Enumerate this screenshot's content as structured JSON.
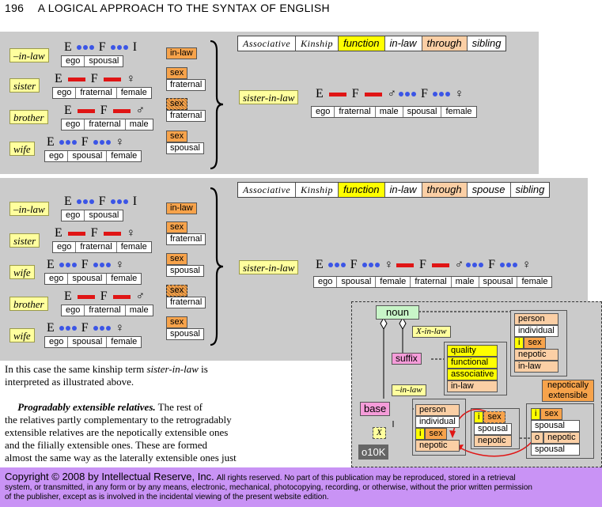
{
  "header": {
    "page_number": "196",
    "title": "A LOGICAL APPROACH TO THE SYNTAX OF ENGLISH"
  },
  "panel1": {
    "terms": [
      "–in-law",
      "sister",
      "brother",
      "wife"
    ],
    "rows": [
      [
        "ego",
        "spousal"
      ],
      [
        "ego",
        "fraternal",
        "female"
      ],
      [
        "ego",
        "fraternal",
        "male"
      ],
      [
        "ego",
        "spousal",
        "female"
      ]
    ],
    "tags": [
      "in-law",
      "sex",
      "sex",
      "sex"
    ],
    "features": [
      "fraternal",
      "fraternal",
      "spousal"
    ],
    "header_cells": [
      "Associative",
      "Kinship",
      "function",
      "in-law",
      "through",
      "sibling"
    ],
    "result_term": "sister-in-law",
    "result_row": [
      "ego",
      "fraternal",
      "male",
      "spousal",
      "female"
    ]
  },
  "panel2": {
    "terms": [
      "–in-law",
      "sister",
      "wife",
      "brother",
      "wife"
    ],
    "rows": [
      [
        "ego",
        "spousal"
      ],
      [
        "ego",
        "fraternal",
        "female"
      ],
      [
        "ego",
        "spousal",
        "female"
      ],
      [
        "ego",
        "fraternal",
        "male"
      ],
      [
        "ego",
        "spousal",
        "female"
      ]
    ],
    "tags": [
      "in-law",
      "sex",
      "sex",
      "sex",
      "sex"
    ],
    "features": [
      "fraternal",
      "spousal",
      "fraternal",
      "spousal"
    ],
    "header_cells": [
      "Associative",
      "Kinship",
      "function",
      "in-law",
      "through",
      "spouse",
      "sibling"
    ],
    "result_term": "sister-in-law",
    "result_row": [
      "ego",
      "spousal",
      "female",
      "fraternal",
      "male",
      "spousal",
      "female"
    ]
  },
  "formula_letters": {
    "E": "E",
    "F": "F",
    "I": "I",
    "female": "♀",
    "male": "♂"
  },
  "text": {
    "p1": "In this case the same kinship term sister-in-law is interpreted as illustrated above.",
    "p1_a": "In this case the same kinship term ",
    "p1_term": "sister-in-law",
    "p1_b": " is",
    "p1_c": "interpreted as illustrated above.",
    "p2_head": "Progradably extensible relatives.",
    "p2_a": " The rest of",
    "p2_b": "the relatives partly complementary to the retrogradably",
    "p2_c": "extensible relatives are the nepotically extensible ones",
    "p2_d": "and the filially extensible ones.   These are formed",
    "p2_e": "almost the same way as the laterally extensible ones just"
  },
  "diagram": {
    "noun": "noun",
    "x_in_law": "X-in-law",
    "suffix": "suffix",
    "in_law": "–in-law",
    "base": "base",
    "x": "X",
    "code": "o10K",
    "attrs": [
      "quality",
      "functional",
      "associative",
      "in-law"
    ],
    "person_box": [
      "person",
      "individual",
      "i",
      "sex",
      "nepotic",
      "in-law"
    ],
    "nepotically": [
      "nepotically",
      "extensible"
    ],
    "base_box": [
      "person",
      "individual",
      "i",
      "sex",
      "nepotic"
    ],
    "mid_box": [
      "i",
      "sex",
      "spousal",
      "nepotic"
    ],
    "right_box": [
      "i",
      "sex",
      "spousal",
      "o",
      "nepotic",
      "spousal"
    ]
  },
  "footer": {
    "copyright": "Copyright © 2008 by Intellectual Reserve, Inc.",
    "rights": "All rights reserved.  No part of this publication may be reproduced, stored in a retrieval",
    "rights2": "system, or transmitted, in any form or by any means, electronic, mechanical, photocopying, recording, or otherwise, without the prior written permission",
    "rights3": "of the publisher, except as is involved in the incidental viewing of the present website edition."
  }
}
